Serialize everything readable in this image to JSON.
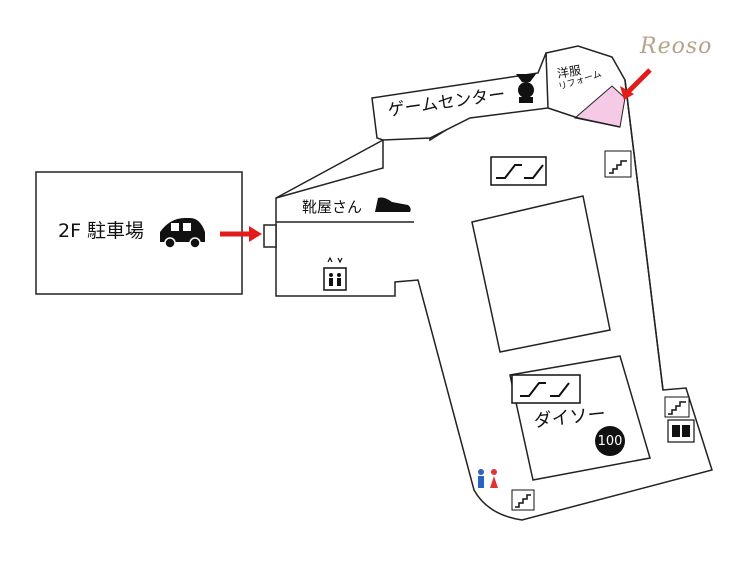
{
  "logo": "Reoso",
  "areas": {
    "parking": "2F 駐車場",
    "game_center": "ゲームセンター",
    "shoe_store": "靴屋さん",
    "clothing": "洋服",
    "clothing_sub": "リフォーム",
    "daiso": "ダイソー",
    "daiso_badge": "100"
  },
  "icons": [
    "car-icon",
    "entrance-arrow-icon",
    "elevator-icon",
    "escalator-icon",
    "stairs-icon",
    "restroom-icon",
    "shoe-icon",
    "crane-game-icon"
  ],
  "colors": {
    "arrow": "#e21b1b",
    "clothing_highlight": "#f6c9e6",
    "walls": "#222222"
  }
}
